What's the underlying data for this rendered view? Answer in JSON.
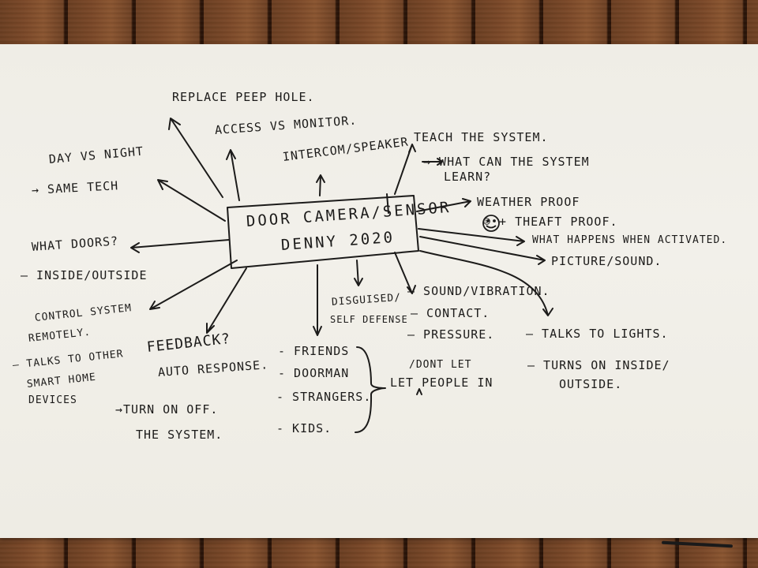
{
  "whiteboard": {
    "center": {
      "line1": "DOOR CAMERA/SENSOR",
      "line2": "DENNY 2020"
    },
    "notes": {
      "replace_peep_hole": "REPLACE PEEP HOLE.",
      "access_vs_monitor": "ACCESS VS MONITOR.",
      "intercom_speaker": "INTERCOM/SPEAKER",
      "teach_system": "TEACH THE SYSTEM.",
      "what_can_learn_1": "→ WHAT CAN THE SYSTEM",
      "what_can_learn_2": "LEARN?",
      "day_vs_night": "DAY VS NIGHT",
      "same_tech": "→ SAME TECH",
      "weather_proof": "WEATHER PROOF",
      "theft_proof": "☺ + THEAFT PROOF.",
      "what_happens": "WHAT HAPPENS WHEN ACTIVATED.",
      "picture_sound": "PICTURE/SOUND.",
      "what_doors": "WHAT DOORS?",
      "inside_outside": "— INSIDE/OUTSIDE",
      "control_remotely_1": "CONTROL SYSTEM",
      "control_remotely_2": "REMOTELY.",
      "talks_devices_1": "— TALKS TO OTHER",
      "talks_devices_2": "SMART HOME",
      "talks_devices_3": "DEVICES",
      "feedback": "FEEDBACK?",
      "auto_response": "AUTO RESPONSE.",
      "turn_on_off_1": "→TURN ON OFF.",
      "turn_on_off_2": "THE SYSTEM.",
      "disguised_1": "DISGUISED/",
      "disguised_2": "SELF DEFENSE",
      "sound_vibration": "— SOUND/VIBRATION.",
      "contact": "— CONTACT.",
      "pressure": "— PRESSURE.",
      "friends": "- FRIENDS",
      "doorman": "- DOORMAN",
      "strangers": "- STRANGERS.",
      "kids": "- KIDS.",
      "let_people_in": "LET PEOPLE IN",
      "dont_let": "/DONT LET",
      "talks_lights": "— TALKS TO LIGHTS.",
      "turns_on_1": "— TURNS ON INSIDE/",
      "turns_on_2": "OUTSIDE."
    }
  }
}
